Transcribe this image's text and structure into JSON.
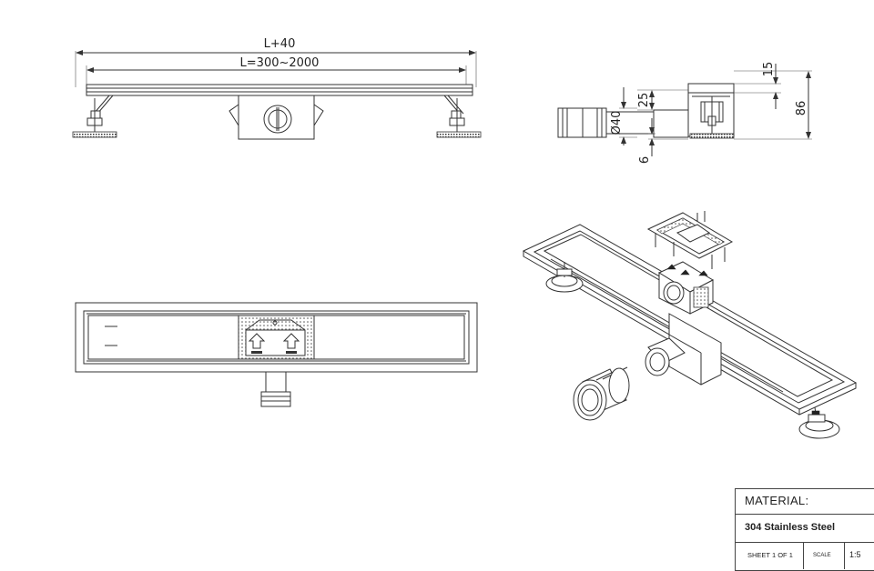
{
  "dimensions": {
    "overall_length": "L+40",
    "length_range": "L=300~2000",
    "grate_depth": "15",
    "total_height": "86",
    "outlet_offset": "25",
    "outlet_diameter": "Ø40",
    "bottom_offset": "6"
  },
  "title_block": {
    "material_label": "MATERIAL:",
    "material_value": "304 Stainless Steel",
    "sheet": "SHEET 1 OF 1",
    "scale_label": "SCALE",
    "scale_value": "1:5"
  }
}
